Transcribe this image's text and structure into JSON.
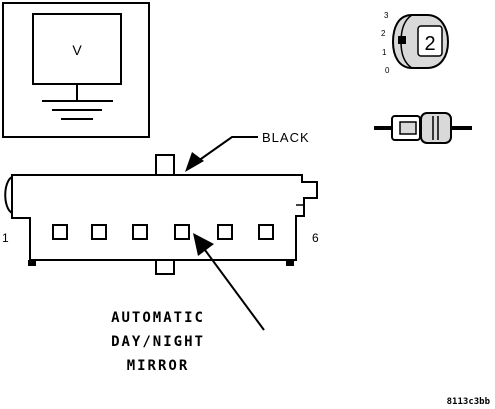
{
  "meter_symbol": "V",
  "connector_color_label": "BLACK",
  "pin_first": "1",
  "pin_last": "6",
  "component_name": [
    "AUTOMATIC",
    "DAY/NIGHT",
    "MIRROR"
  ],
  "key_positions": [
    "3",
    "2",
    "1",
    "0"
  ],
  "key_selected": "2",
  "figure_code": "8113c3bb",
  "colors": {
    "ink": "#000000",
    "background": "#ffffff",
    "key_fill": "#d9d9d9"
  }
}
